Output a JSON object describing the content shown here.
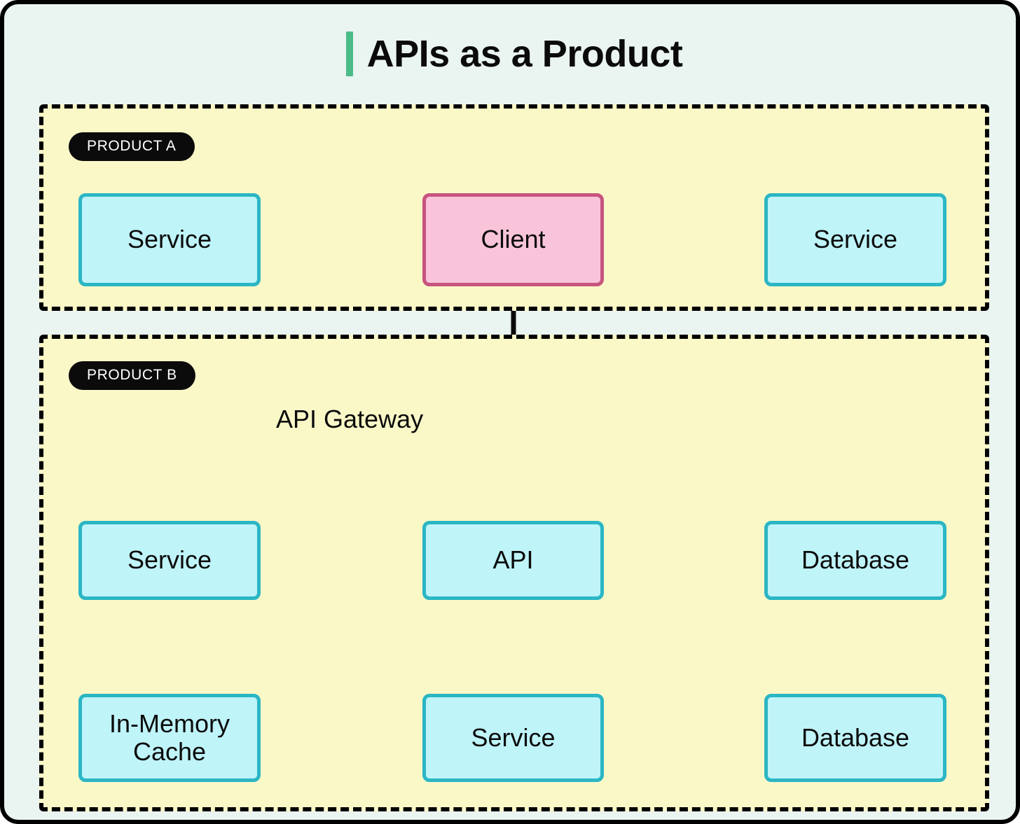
{
  "header": {
    "title": "APIs as a Product",
    "accent_color": "#4cbb8a"
  },
  "colors": {
    "canvas_background": "#eaf4f0",
    "panel_background": "#fbf8c8",
    "panel_border": "#000000",
    "node_cyan_fill": "#bff4f9",
    "node_cyan_border": "#2bb6c4",
    "node_pink_fill": "#f9c4d9",
    "node_pink_border": "#c7547f",
    "badge_background": "#0b0b0b",
    "badge_text": "#ffffff",
    "arrow": "#0b0b0b"
  },
  "panels": [
    {
      "id": "product-a",
      "badge": "PRODUCT A",
      "nodes": [
        {
          "id": "a-service-left",
          "label": "Service",
          "style": "cyan"
        },
        {
          "id": "a-client",
          "label": "Client",
          "style": "pink"
        },
        {
          "id": "a-service-right",
          "label": "Service",
          "style": "cyan"
        }
      ]
    },
    {
      "id": "product-b",
      "badge": "PRODUCT B",
      "free_labels": [
        {
          "id": "api-gateway",
          "label": "API Gateway"
        }
      ],
      "nodes": [
        {
          "id": "b-service-left",
          "label": "Service",
          "style": "cyan"
        },
        {
          "id": "b-api",
          "label": "API",
          "style": "cyan"
        },
        {
          "id": "b-db-top",
          "label": "Database",
          "style": "cyan"
        },
        {
          "id": "b-cache",
          "label_line1": "In-Memory",
          "label_line2": "Cache",
          "style": "cyan"
        },
        {
          "id": "b-service-mid",
          "label": "Service",
          "style": "cyan"
        },
        {
          "id": "b-db-bottom",
          "label": "Database",
          "style": "cyan"
        }
      ]
    }
  ],
  "connections": [
    {
      "from": "a-client",
      "to": "a-service-left",
      "direction": "left"
    },
    {
      "from": "a-client",
      "to": "a-service-right",
      "direction": "right"
    },
    {
      "from": "a-client",
      "to": "api-gateway",
      "direction": "down"
    },
    {
      "from": "api-gateway",
      "to": "b-api",
      "direction": "down"
    },
    {
      "from": "b-api",
      "to": "b-service-left",
      "direction": "left"
    },
    {
      "from": "b-api",
      "to": "b-db-top",
      "direction": "right"
    },
    {
      "from": "b-api",
      "to": "b-service-mid",
      "direction": "down"
    },
    {
      "from": "b-service-left",
      "to": "b-cache",
      "direction": "down"
    },
    {
      "from": "b-service-mid",
      "to": "b-cache",
      "direction": "left"
    },
    {
      "from": "b-service-mid",
      "to": "b-db-bottom",
      "direction": "right"
    }
  ]
}
